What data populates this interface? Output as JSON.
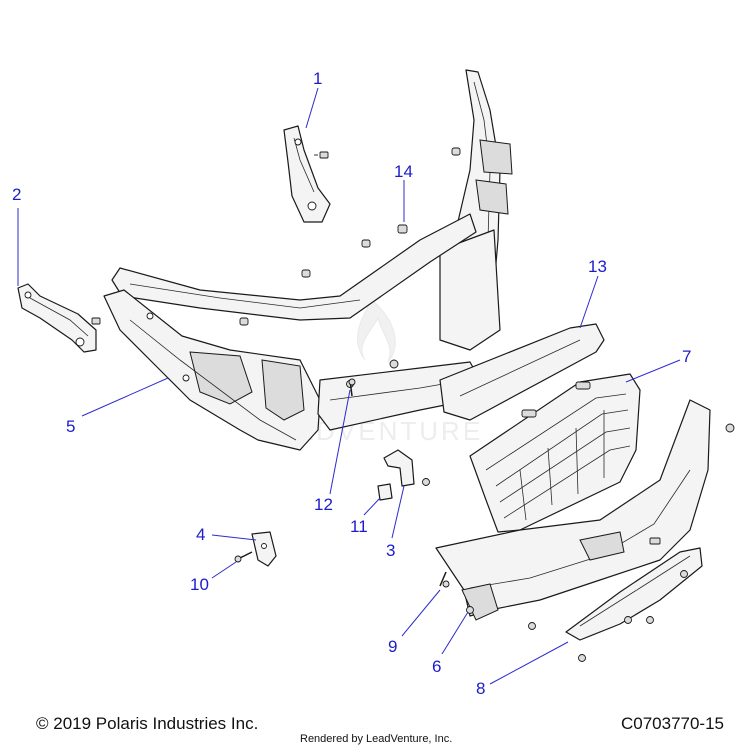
{
  "callouts": [
    {
      "id": "1",
      "label": "1"
    },
    {
      "id": "2",
      "label": "2"
    },
    {
      "id": "3",
      "label": "3"
    },
    {
      "id": "4",
      "label": "4"
    },
    {
      "id": "5",
      "label": "5"
    },
    {
      "id": "6",
      "label": "6"
    },
    {
      "id": "7",
      "label": "7"
    },
    {
      "id": "8",
      "label": "8"
    },
    {
      "id": "9",
      "label": "9"
    },
    {
      "id": "10",
      "label": "10"
    },
    {
      "id": "11",
      "label": "11"
    },
    {
      "id": "12",
      "label": "12"
    },
    {
      "id": "13",
      "label": "13"
    },
    {
      "id": "14",
      "label": "14"
    }
  ],
  "footer": {
    "copyright": "© 2019 Polaris Industries Inc.",
    "rendered_by": "Rendered by LeadVenture, Inc.",
    "drawing_number": "C0703770-15"
  },
  "watermark": {
    "text": "LEADVENTURE"
  },
  "colors": {
    "callout": "#1c1ccc",
    "leader": "#2c2ccf",
    "outline": "#1a1a1a"
  }
}
